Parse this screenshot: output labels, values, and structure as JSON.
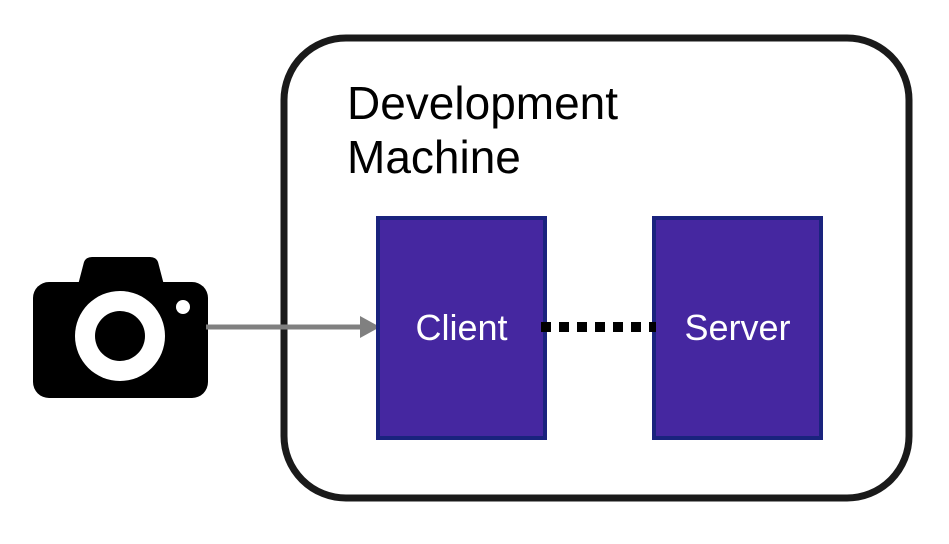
{
  "container": {
    "title_line1": "Development",
    "title_line2": "Machine"
  },
  "nodes": {
    "client_label": "Client",
    "server_label": "Server"
  },
  "icons": {
    "source": "camera-icon"
  },
  "colors": {
    "node_fill": "#4527A0",
    "node_border": "#1A237E",
    "arrow": "#808080",
    "container_border": "#1a1a1a",
    "dotted_link": "#000000",
    "camera": "#000000"
  }
}
